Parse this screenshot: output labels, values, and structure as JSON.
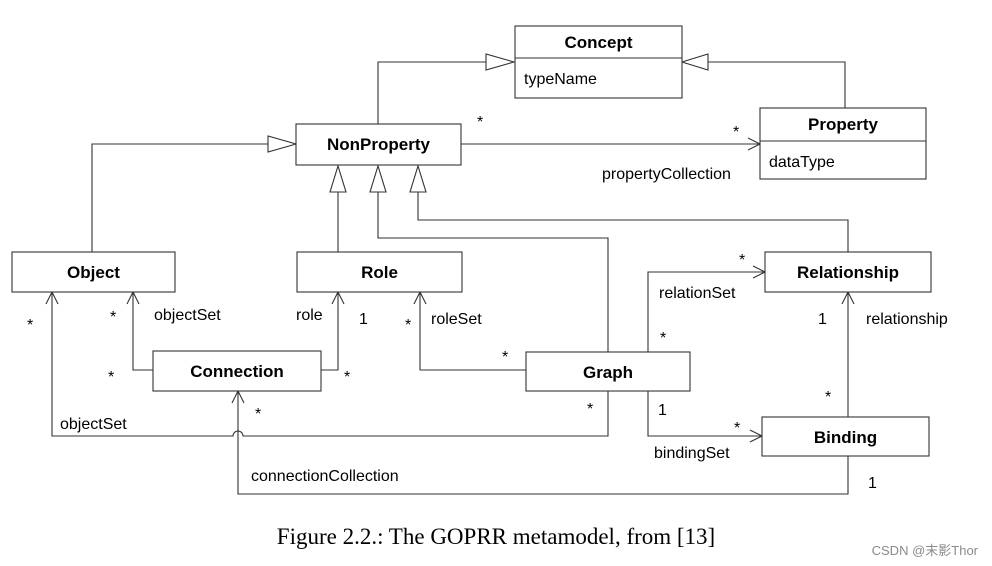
{
  "classes": {
    "concept": {
      "name": "Concept",
      "attr": "typeName"
    },
    "property": {
      "name": "Property",
      "attr": "dataType"
    },
    "nonproperty": {
      "name": "NonProperty"
    },
    "object": {
      "name": "Object"
    },
    "role": {
      "name": "Role"
    },
    "relationship": {
      "name": "Relationship"
    },
    "connection": {
      "name": "Connection"
    },
    "graph": {
      "name": "Graph"
    },
    "binding": {
      "name": "Binding"
    }
  },
  "labels": {
    "propertyCollection": "propertyCollection",
    "relationSet": "relationSet",
    "objectSet_top": "objectSet",
    "role": "role",
    "roleSet": "roleSet",
    "relationship": "relationship",
    "objectSet_bottom": "objectSet",
    "bindingSet": "bindingSet",
    "connectionCollection": "connectionCollection"
  },
  "multiplicities": {
    "np_prop_src": "*",
    "np_prop_dst": "*",
    "rel_top": "*",
    "obj_left": "*",
    "obj_conn": "*",
    "role_one": "1",
    "roleset_star": "*",
    "rel_graph": "*",
    "rel_one": "1",
    "conn_left": "*",
    "conn_right": "*",
    "graph_roleset": "*",
    "conn_bottom": "*",
    "graph_objset": "*",
    "graph_one": "1",
    "binding_star": "*",
    "binding_top": "*",
    "binding_one": "1"
  },
  "caption": "Figure 2.2.: The GOPRR metamodel, from [13]",
  "watermark": "CSDN @末影Thor"
}
